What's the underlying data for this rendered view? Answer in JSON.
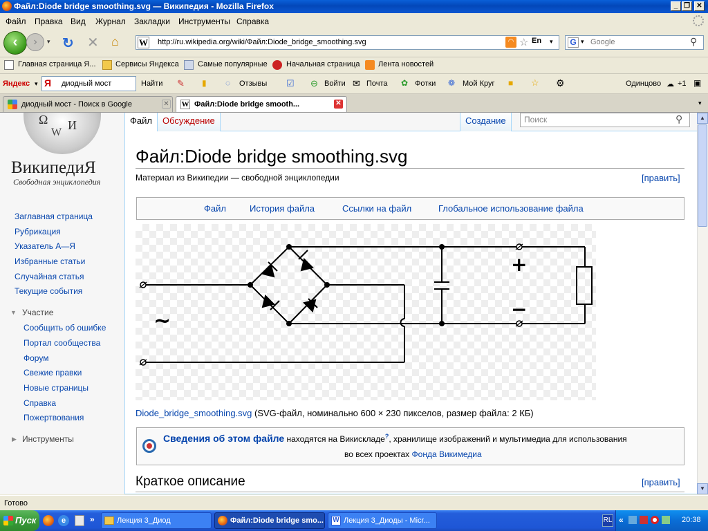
{
  "window": {
    "title": "Файл:Diode bridge smoothing.svg — Википедия - Mozilla Firefox"
  },
  "menu": [
    "Файл",
    "Правка",
    "Вид",
    "Журнал",
    "Закладки",
    "Инструменты",
    "Справка"
  ],
  "nav": {
    "url": "http://ru.wikipedia.org/wiki/Файл:Diode_bridge_smoothing.svg",
    "search_placeholder": "Google",
    "lang_icon": "En"
  },
  "bookmarks": [
    "Главная страница Я...",
    "Сервисы Яндекса",
    "Самые популярные",
    "Начальная страница",
    "Лента новостей"
  ],
  "yandex_bar": {
    "brand": "Яндекс",
    "query": "диодный мост",
    "find": "Найти",
    "reviews": "Отзывы",
    "login": "Войти",
    "mail": "Почта",
    "photos": "Фотки",
    "moikrug": "Мой Круг",
    "city": "Одинцово",
    "temp": "+1"
  },
  "tabs": [
    {
      "label": "диодный мост - Поиск в Google"
    },
    {
      "label": "Файл:Diode bridge smooth..."
    }
  ],
  "wiki": {
    "logo_title": "ВикипедиЯ",
    "logo_subtitle": "Свободная энциклопедия",
    "nav_links": [
      "Заглавная страница",
      "Рубрикация",
      "Указатель А—Я",
      "Избранные статьи",
      "Случайная статья",
      "Текущие события"
    ],
    "participation_heading": "Участие",
    "participation_links": [
      "Сообщить об ошибке",
      "Портал сообщества",
      "Форум",
      "Свежие правки",
      "Новые страницы",
      "Справка",
      "Пожертвования"
    ],
    "tools_heading": "Инструменты",
    "tab_file": "Файл",
    "tab_discussion": "Обсуждение",
    "tab_create": "Создание",
    "search_placeholder": "Поиск",
    "page_title": "Файл:Diode bridge smoothing.svg",
    "from_wiki": "Материал из Википедии — свободной энциклопедии",
    "edit": "[править]",
    "file_toc": [
      "Файл",
      "История файла",
      "Ссылки на файл",
      "Глобальное использование файла"
    ],
    "file_link": "Diode_bridge_smoothing.svg",
    "file_info": " (SVG-файл, номинально 600 × 230 пикселов, размер файла: 2 КБ)",
    "info_bold": "Сведения об этом файле",
    "info_text1": " находятся на Викискладе",
    "info_sup": "?",
    "info_text2": ", хранилище изображений и мультимедиа для использования",
    "info_line2a": "во всех проектах ",
    "info_line2_link": "Фонда Викимедиа",
    "section_title": "Краткое описание",
    "plus_sign": "+",
    "minus_sign": "−",
    "tilde": "~"
  },
  "status": "Готово",
  "taskbar": {
    "start": "Пуск",
    "items": [
      "Лекция 3_Диод",
      "Файл:Diode bridge smo...",
      "Лекция 3_Диоды - Micr..."
    ],
    "lang": "RL",
    "clock": "20:38"
  }
}
